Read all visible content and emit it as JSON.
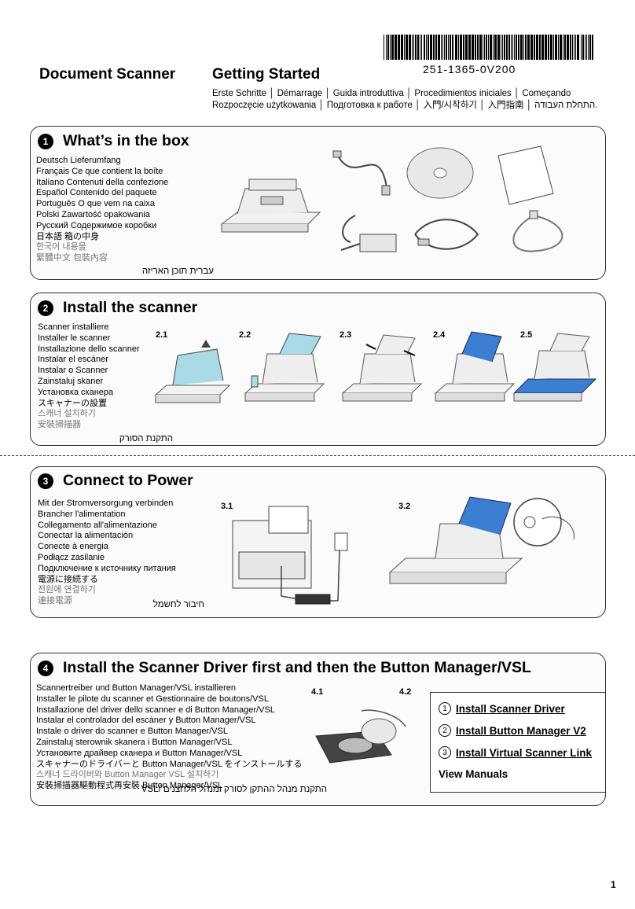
{
  "header": {
    "product": "Document Scanner",
    "title": "Getting Started",
    "part_number": "251-1365-0V200",
    "subtitle_line1": "Erste Schritte │ Démarrage │ Guida introduttiva │ Procedimientos iniciales │ Começando",
    "subtitle_line2": "Rozpoczęcie użytkowania │ Подготовка к работе │ 入門/시작하기 │ 入門指南 │ התחלת העבודה."
  },
  "sections": [
    {
      "number": "1",
      "title": "What’s in the box",
      "langs": [
        "Deutsch Lieferumfang",
        "Français Ce que contient la boîte",
        "Italiano Contenuti della confezione",
        "Español Contenido del paquete",
        "Português O que vem na caixa",
        "Polski Zawartość opakowania",
        "Русский Содержимое коробки",
        "日本語 箱の中身",
        "한국어 내용물",
        "繁體中文 包裝內容"
      ],
      "rtl": "עברית תוכן האריזה"
    },
    {
      "number": "2",
      "title": "Install the scanner",
      "langs": [
        "Scanner installiere",
        "Installer le scanner",
        "Installazione dello scanner",
        "Instalar el escáner",
        "Instalar o Scanner",
        "Zainstaluj skaner",
        "Установка сканера",
        "スキャナーの設置",
        "스캐너 설치하기",
        "安裝掃描器"
      ],
      "rtl": "התקנת הסורק",
      "steps": [
        "2.1",
        "2.2",
        "2.3",
        "2.4",
        "2.5"
      ]
    },
    {
      "number": "3",
      "title": "Connect to Power",
      "langs": [
        "Mit der Stromversorgung verbinden",
        "Brancher l'alimentation",
        "Collegamento all'alimentazione",
        "Conectar la alimentación",
        "Conecte à energia",
        "Podłącz zasilanie",
        "Подключение к источнику питания",
        "電源に接続する",
        "전원에 연결하기",
        "連接電源"
      ],
      "rtl": "חיבור לחשמל",
      "steps": [
        "3.1",
        "3.2"
      ]
    },
    {
      "number": "4",
      "title": "Install the Scanner Driver first and then the Button Manager/VSL",
      "langs": [
        "Scannertreiber und Button Manager/VSL installieren",
        "Installer le pilote du scanner et Gestionnaire de boutons/VSL",
        "Installazione del driver dello scanner e di Button Manager/VSL",
        "Instalar el controlador del escáner y Button Manager/VSL",
        "Instale o driver do scanner e Button Manager/VSL",
        "Zainstaluj sterownik skanera i Button Manager/VSL",
        "Установите драйвер сканера и Button Manager/VSL",
        "スキャナーのドライバーと Button Manager/VSL をインストールする",
        "스캐너 드라이버와 Button Manager VSL 설치하기",
        "安裝掃描器驅動程式再安裝 Button Manager/VSL"
      ],
      "rtl": "התקנת מנהל ההתקן לסורק ומנהל הלחצנים /VSL",
      "steps": [
        "4.1",
        "4.2"
      ],
      "menu": [
        {
          "num": "1",
          "label": "Install Scanner Driver"
        },
        {
          "num": "2",
          "label": "Install Button Manager V2"
        },
        {
          "num": "3",
          "label": "Install Virtual Scanner Link"
        },
        {
          "num": "",
          "label": "View Manuals"
        }
      ]
    }
  ],
  "page_number": "1"
}
